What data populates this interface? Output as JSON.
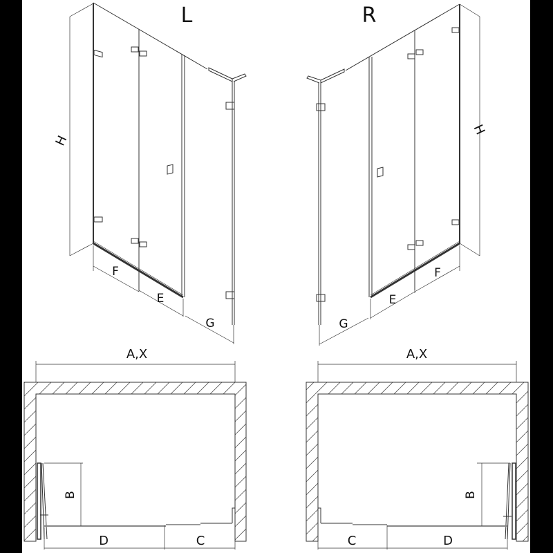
{
  "views": {
    "left": {
      "title": "L",
      "height_label": "H",
      "segment_labels": {
        "f": "F",
        "e": "E",
        "g": "G"
      }
    },
    "right": {
      "title": "R",
      "height_label": "H",
      "segment_labels": {
        "g": "G",
        "e": "E",
        "f": "F"
      }
    }
  },
  "plans": {
    "left": {
      "width_label": "A,X",
      "depth_label": "B",
      "d_label": "D",
      "c_label": "C"
    },
    "right": {
      "width_label": "A,X",
      "depth_label": "B",
      "c_label": "C",
      "d_label": "D"
    }
  },
  "colors": {
    "line": "#333333",
    "hatch": "#555555",
    "background": "#ffffff",
    "border": "#000000"
  }
}
